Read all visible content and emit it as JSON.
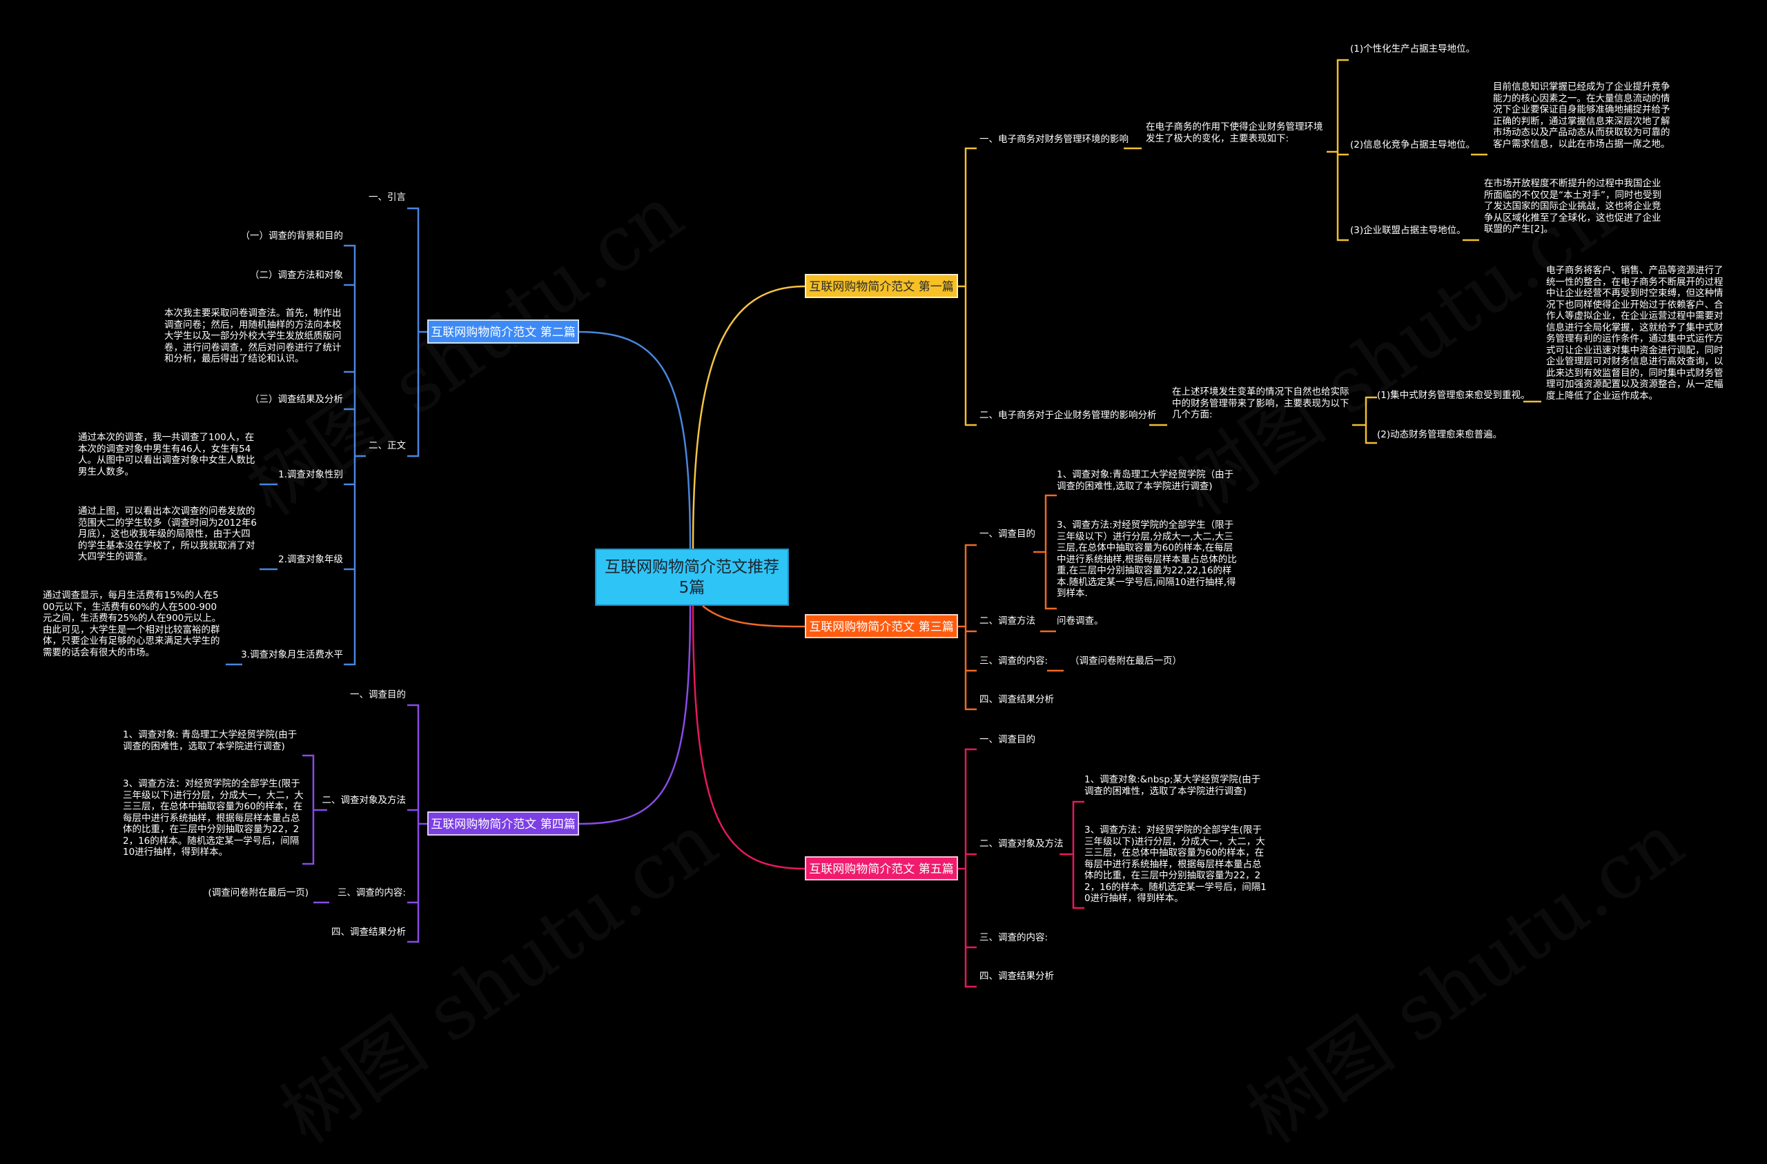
{
  "watermark": "树图 shutu.cn",
  "root": "互联网购物简介范文推荐5篇",
  "colors": {
    "root": "#2ec4f5",
    "b1": "#f6c026",
    "b2": "#3d8af7",
    "b3": "#ff5c0f",
    "b4": "#7b3fe4",
    "b5": "#f01b6d"
  },
  "b1": {
    "title": "互联网购物简介范文 第一篇",
    "s1": "一、电子商务对财务管理环境的影响",
    "s1_desc": "在电子商务的作用下使得企业财务管理环境发生了极大的变化，主要表现如下:",
    "p1": "(1)个性化生产占据主导地位。",
    "p2": "(2)信息化竞争占据主导地位。",
    "p2_desc": "目前信息知识掌握已经成为了企业提升竞争能力的核心因素之一。在大量信息流动的情况下企业要保证自身能够准确地捕捉并给予正确的判断，通过掌握信息来深层次地了解市场动态以及产品动态从而获取较为可靠的客户需求信息，以此在市场占据一席之地。",
    "p3": "(3)企业联盟占据主导地位。",
    "p3_desc": "在市场开放程度不断提升的过程中我国企业所面临的不仅仅是“本土对手”，同时也受到了发达国家的国际企业挑战，这也将企业竞争从区域化推至了全球化，这也促进了企业联盟的产生[2]。",
    "s2": "二、电子商务对于企业财务管理的影响分析",
    "s2_desc": "在上述环境发生变革的情况下自然也给实际中的财务管理带来了影响，主要表现为以下几个方面:",
    "q1": "(1)集中式财务管理愈来愈受到重视。",
    "q1_desc": "电子商务将客户、销售、产品等资源进行了统一性的整合，在电子商务不断展开的过程中让企业经营不再受到时空束缚，但这种情况下也同样使得企业开始过于依赖客户、合作人等虚拟企业，在企业运营过程中需要对信息进行全局化掌握，这就给予了集中式财务管理有利的运作条件，通过集中式运作方式可让企业迅速对集中资金进行调配，同时企业管理层可对财务信息进行高效查询，以此来达到有效监督目的，同时集中式财务管理可加强资源配置以及资源整合，从一定幅度上降低了企业运作成本。",
    "q2": "(2)动态财务管理愈来愈普遍。"
  },
  "b2": {
    "title": "互联网购物简介范文 第二篇",
    "s1": "一、引言",
    "s2": "二、正文",
    "c1": "（一）调查的背景和目的",
    "c2": "（二）调查方法和对象",
    "c2_desc": "本次我主要采取问卷调查法。首先，制作出调查问卷；然后，用随机抽样的方法向本校大学生以及一部分外校大学生发放纸质版问卷，进行问卷调查，然后对问卷进行了统计和分析，最后得出了结论和认识。",
    "c3": "（三）调查结果及分析",
    "d1": "1.调查对象性别",
    "d1_desc": "通过本次的调查，我一共调查了100人，在本次的调查对象中男生有46人，女生有54人。从图中可以看出调查对象中女生人数比男生人数多。",
    "d2": "2.调查对象年级",
    "d2_desc": "通过上图，可以看出本次调查的问卷发放的范围大二的学生较多（调查时间为2012年6月底），这也收我年级的局限性，由于大四的学生基本没在学校了，所以我就取消了对大四学生的调查。",
    "d3": "3.调查对象月生活费水平",
    "d3_desc": "通过调查显示，每月生活费有15%的人在500元以下，生活费有60%的人在500-900元之间，生活费有25%的人在900元以上。由此可见，大学生是一个相对比较富裕的群体，只要企业有足够的心思来满足大学生的需要的话会有很大的市场。"
  },
  "b3": {
    "title": "互联网购物简介范文 第三篇",
    "s1": "一、调查目的",
    "c1": "1、调查对象:青岛理工大学经贸学院（由于调查的困难性,选取了本学院进行调查)",
    "c3": "3、调查方法:对经贸学院的全部学生（限于三年级以下）进行分层,分成大一,大二,大三三层,在总体中抽取容量为60的样本,在每层中进行系统抽样,根据每层样本量占总体的比重,在三层中分别抽取容量为22,22,16的样本.随机选定某一学号后,间隔10进行抽样,得到样本.",
    "s2": "二、调查方法",
    "s2_desc": "问卷调查。",
    "s3": "三、调查的内容:",
    "s3_desc": "（调查问卷附在最后一页）",
    "s4": "四、调查结果分析"
  },
  "b4": {
    "title": "互联网购物简介范文 第四篇",
    "s1": "一、调查目的",
    "s2": "二、调查对象及方法",
    "c1": "1、调查对象: 青岛理工大学经贸学院(由于调查的困难性，选取了本学院进行调查)",
    "c3": "3、调查方法：对经贸学院的全部学生(限于三年级以下)进行分层，分成大一，大二，大三三层，在总体中抽取容量为60的样本，在每层中进行系统抽样，根据每层样本量占总体的比重，在三层中分别抽取容量为22，22，16的样本。随机选定某一学号后，间隔10进行抽样，得到样本。",
    "s3": "三、调查的内容:",
    "s3_desc": "(调查问卷附在最后一页)",
    "s4": "四、调查结果分析"
  },
  "b5": {
    "title": "互联网购物简介范文 第五篇",
    "s1": "一、调查目的",
    "s2": "二、调查对象及方法",
    "c1": "1、调查对象:&nbsp;某大学经贸学院(由于调查的困难性，选取了本学院进行调查)",
    "c3": "3、调查方法：对经贸学院的全部学生(限于三年级以下)进行分层，分成大一，大二，大三三层，在总体中抽取容量为60的样本，在每层中进行系统抽样，根据每层样本量占总体的比重，在三层中分别抽取容量为22，22，16的样本。随机选定某一学号后，间隔10进行抽样，得到样本。",
    "s3": "三、调查的内容:",
    "s4": "四、调查结果分析"
  }
}
